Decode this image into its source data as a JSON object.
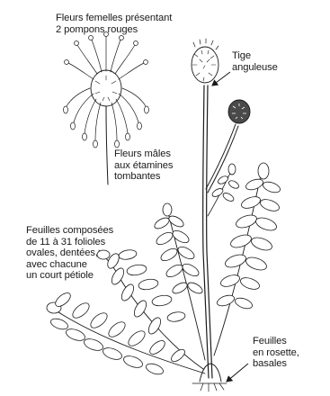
{
  "labels": {
    "female_flowers": "Fleurs femelles présentant\n2 pompons rouges",
    "stem": "Tige\nanguleuse",
    "male_flowers": "Fleurs mâles\naux étamines\ntombantes",
    "compound_leaves": "Feuilles composées\nde 11 à 31 folioles\novales, dentées,\navec chacune\nun court pétiole",
    "basal_leaves": "Feuilles\nen rosette,\nbasales"
  },
  "colors": {
    "ink": "#1a1a1a",
    "background": "#ffffff"
  }
}
